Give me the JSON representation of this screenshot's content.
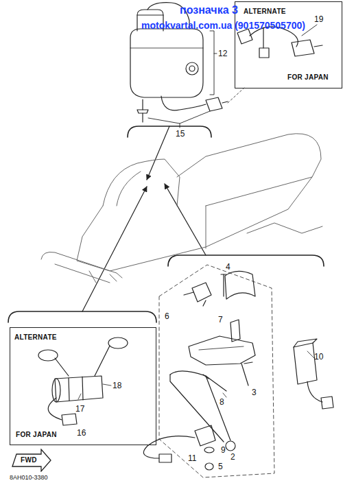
{
  "diagram": {
    "nodes": [
      {
        "text": [
          "ALTERNATE",
          "FOR JAPAN"
        ]
      },
      {
        "text": [
          "ALTERNATE",
          "FOR JAPAN"
        ]
      },
      {
        "text": [
          "FWD"
        ]
      }
    ],
    "labels": [
      "позначка 3",
      "motokvartal.com.ua (901570505700)",
      "19",
      "12",
      "15",
      "4",
      "6",
      "7",
      "10",
      "3",
      "8",
      "2",
      "9",
      "5",
      "11",
      "18",
      "17",
      "16",
      "8AH010-3380"
    ]
  }
}
